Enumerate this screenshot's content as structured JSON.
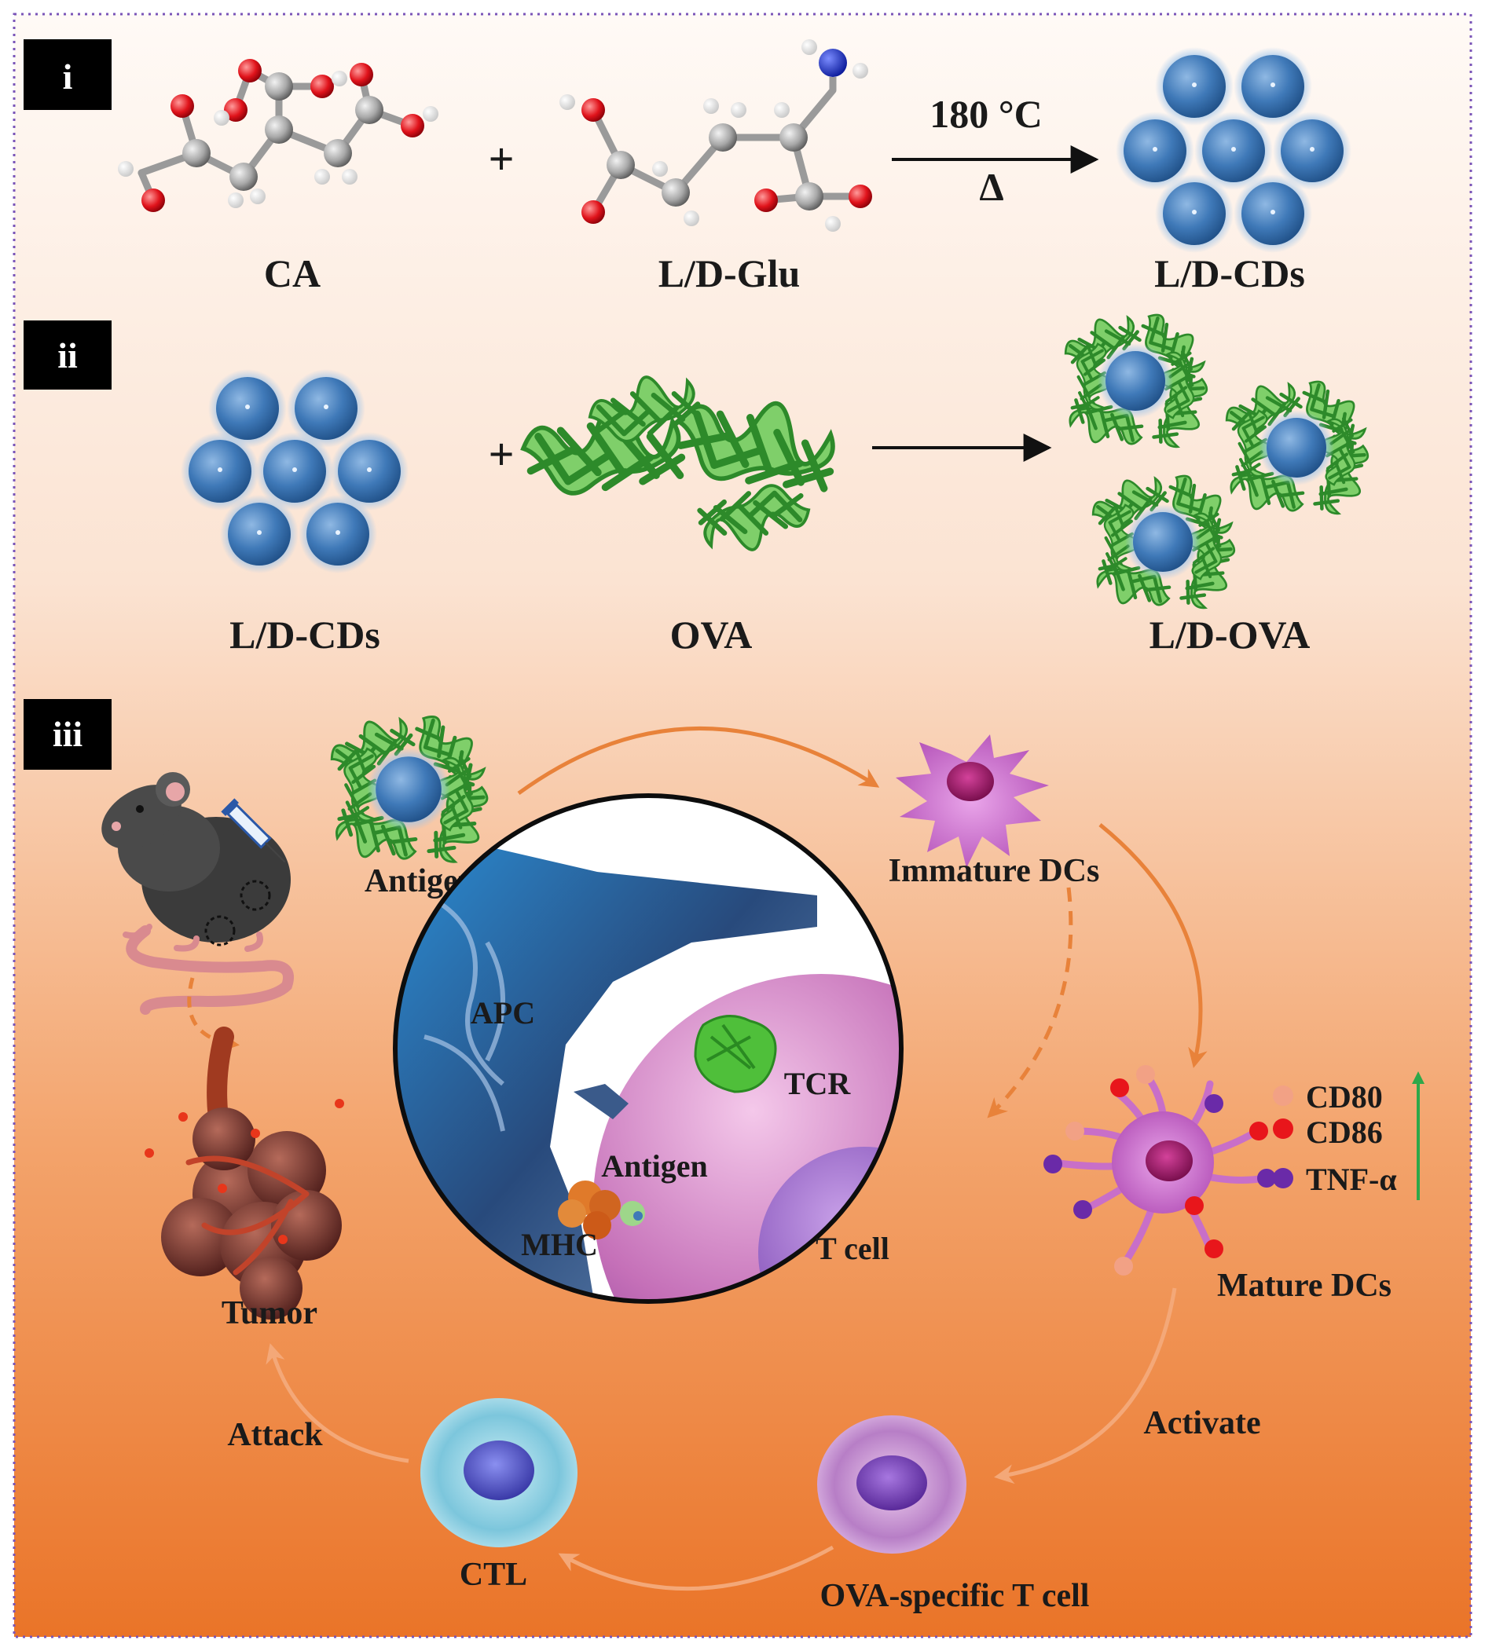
{
  "panels": {
    "i": {
      "tag": "i",
      "reactant_1": "CA",
      "plus": "+",
      "reactant_2": "L/D-Glu",
      "condition": "180 °C",
      "heat_symbol": "Δ",
      "product": "L/D-CDs"
    },
    "ii": {
      "tag": "ii",
      "reactant_1": "L/D-CDs",
      "plus": "+",
      "reactant_2": "OVA",
      "product": "L/D-OVA"
    },
    "iii": {
      "tag": "iii",
      "antigen": "Antigen",
      "immature_dcs": "Immature DCs",
      "mature_dcs": "Mature DCs",
      "markers": [
        "CD80",
        "CD86",
        "TNF-α"
      ],
      "activate": "Activate",
      "t_cell_label": "OVA-specific T cell",
      "ctl": "CTL",
      "attack": "Attack",
      "tumor": "Tumor",
      "inset": {
        "apc": "APC",
        "tcr": "TCR",
        "antigen": "Antigen",
        "mhc": "MHC",
        "t_cell": "T cell"
      }
    }
  },
  "colors": {
    "background_top": "#fdf2ec",
    "background_bottom": "#ec7a2e",
    "border": "#7a55b8",
    "carbon_dot": "#3f79b8",
    "protein": "#3fae3a",
    "arrow_orange": "#e8823a",
    "marker_cd80": "#f2a185",
    "marker_cd86": "#e8161b",
    "marker_tnf": "#6a2aa8",
    "upregulation_arrow": "#2ea84a",
    "dc_purple": "#c86fc8",
    "tag_bg": "#000000"
  }
}
